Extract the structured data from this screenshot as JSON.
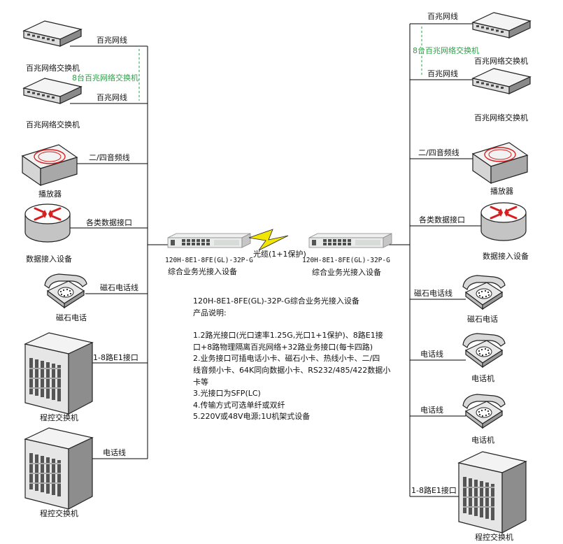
{
  "left_devices": {
    "switch_1": "百兆网络交换机",
    "switch_2": "百兆网络交换机",
    "switch_count_note": "8台百兆网络交换机",
    "player": "播放器",
    "router": "数据接入设备",
    "magneto_phone": "磁石电话",
    "pbx_1": "程控交换机",
    "pbx_2": "程控交换机"
  },
  "left_links": {
    "switch_1": "百兆网线",
    "switch_2": "百兆网线",
    "player": "二/四音频线",
    "router": "各类数据接口",
    "magneto_phone": "磁石电话线",
    "pbx_1": "1-8路E1接口",
    "pbx_2": "电话线"
  },
  "right_devices": {
    "switch_1": "百兆网络交换机",
    "switch_2": "百兆网络交换机",
    "switch_count_note": "8台百兆网络交换机",
    "player": "播放器",
    "router": "数据接入设备",
    "magneto_phone": "磁石电话",
    "phone_1": "电话机",
    "phone_2": "电话机",
    "pbx": "程控交换机"
  },
  "right_links": {
    "switch_1": "百兆网线",
    "switch_2": "百兆网线",
    "player": "二/四音频线",
    "router": "各类数据接口",
    "magneto_phone": "磁石电话线",
    "phone_1": "电话线",
    "phone_2": "电话线",
    "pbx": "1-8路E1接口"
  },
  "center": {
    "left_unit_model": "120H-8E1-8FE(GL)-32P-G",
    "left_unit_name": "综合业务光接入设备",
    "right_unit_model": "120H-8E1-8FE(GL)-32P-G",
    "right_unit_name": "综合业务光接入设备",
    "fiber_label": "光缆(1+1保护)"
  },
  "description": {
    "title": "120H-8E1-8FE(GL)-32P-G综合业务光接入设备",
    "subtitle": "产品说明:",
    "lines": [
      "1.2路光接口(光口速率1.25G,光口1+1保护)、8路E1接",
      "口+8路物理隔离百兆网络+32路业务接口(每卡四路)",
      "2.业务接口可插电话小卡、磁石小卡、热线小卡、二/四",
      "线音频小卡、64K同向数据小卡、RS232/485/422数据小",
      "卡等",
      "3.光接口为SFP(LC)",
      "4.传输方式可选单纤或双纤",
      "5.220V或48V电源;1U机架式设备"
    ]
  },
  "colors": {
    "accent_green": "#2e9e48",
    "router_red": "#d62020",
    "fiber_yellow": "#f2e600"
  }
}
